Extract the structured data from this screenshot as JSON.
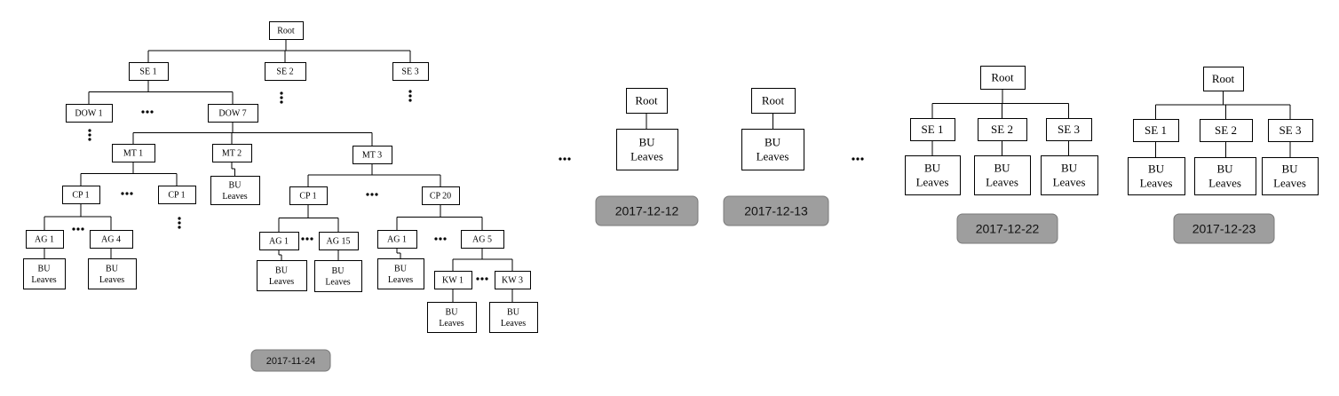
{
  "labels": {
    "root": "Root",
    "se1": "SE 1",
    "se2": "SE 2",
    "se3": "SE 3",
    "dow1": "DOW 1",
    "dow7": "DOW 7",
    "mt1": "MT 1",
    "mt2": "MT 2",
    "mt3": "MT 3",
    "cp1": "CP 1",
    "cp20": "CP 20",
    "ag1": "AG 1",
    "ag4": "AG 4",
    "ag5": "AG 5",
    "ag15": "AG 15",
    "kw1": "KW 1",
    "kw3": "KW 3",
    "bu_line1": "BU",
    "bu_line2": "Leaves"
  },
  "dates": {
    "d1": "2017-11-24",
    "d2": "2017-12-12",
    "d3": "2017-12-13",
    "d4": "2017-12-22",
    "d5": "2017-12-23"
  },
  "colors": {
    "date_badge_fill": "#9e9e9e",
    "node_border": "#000000",
    "background": "#ffffff"
  }
}
